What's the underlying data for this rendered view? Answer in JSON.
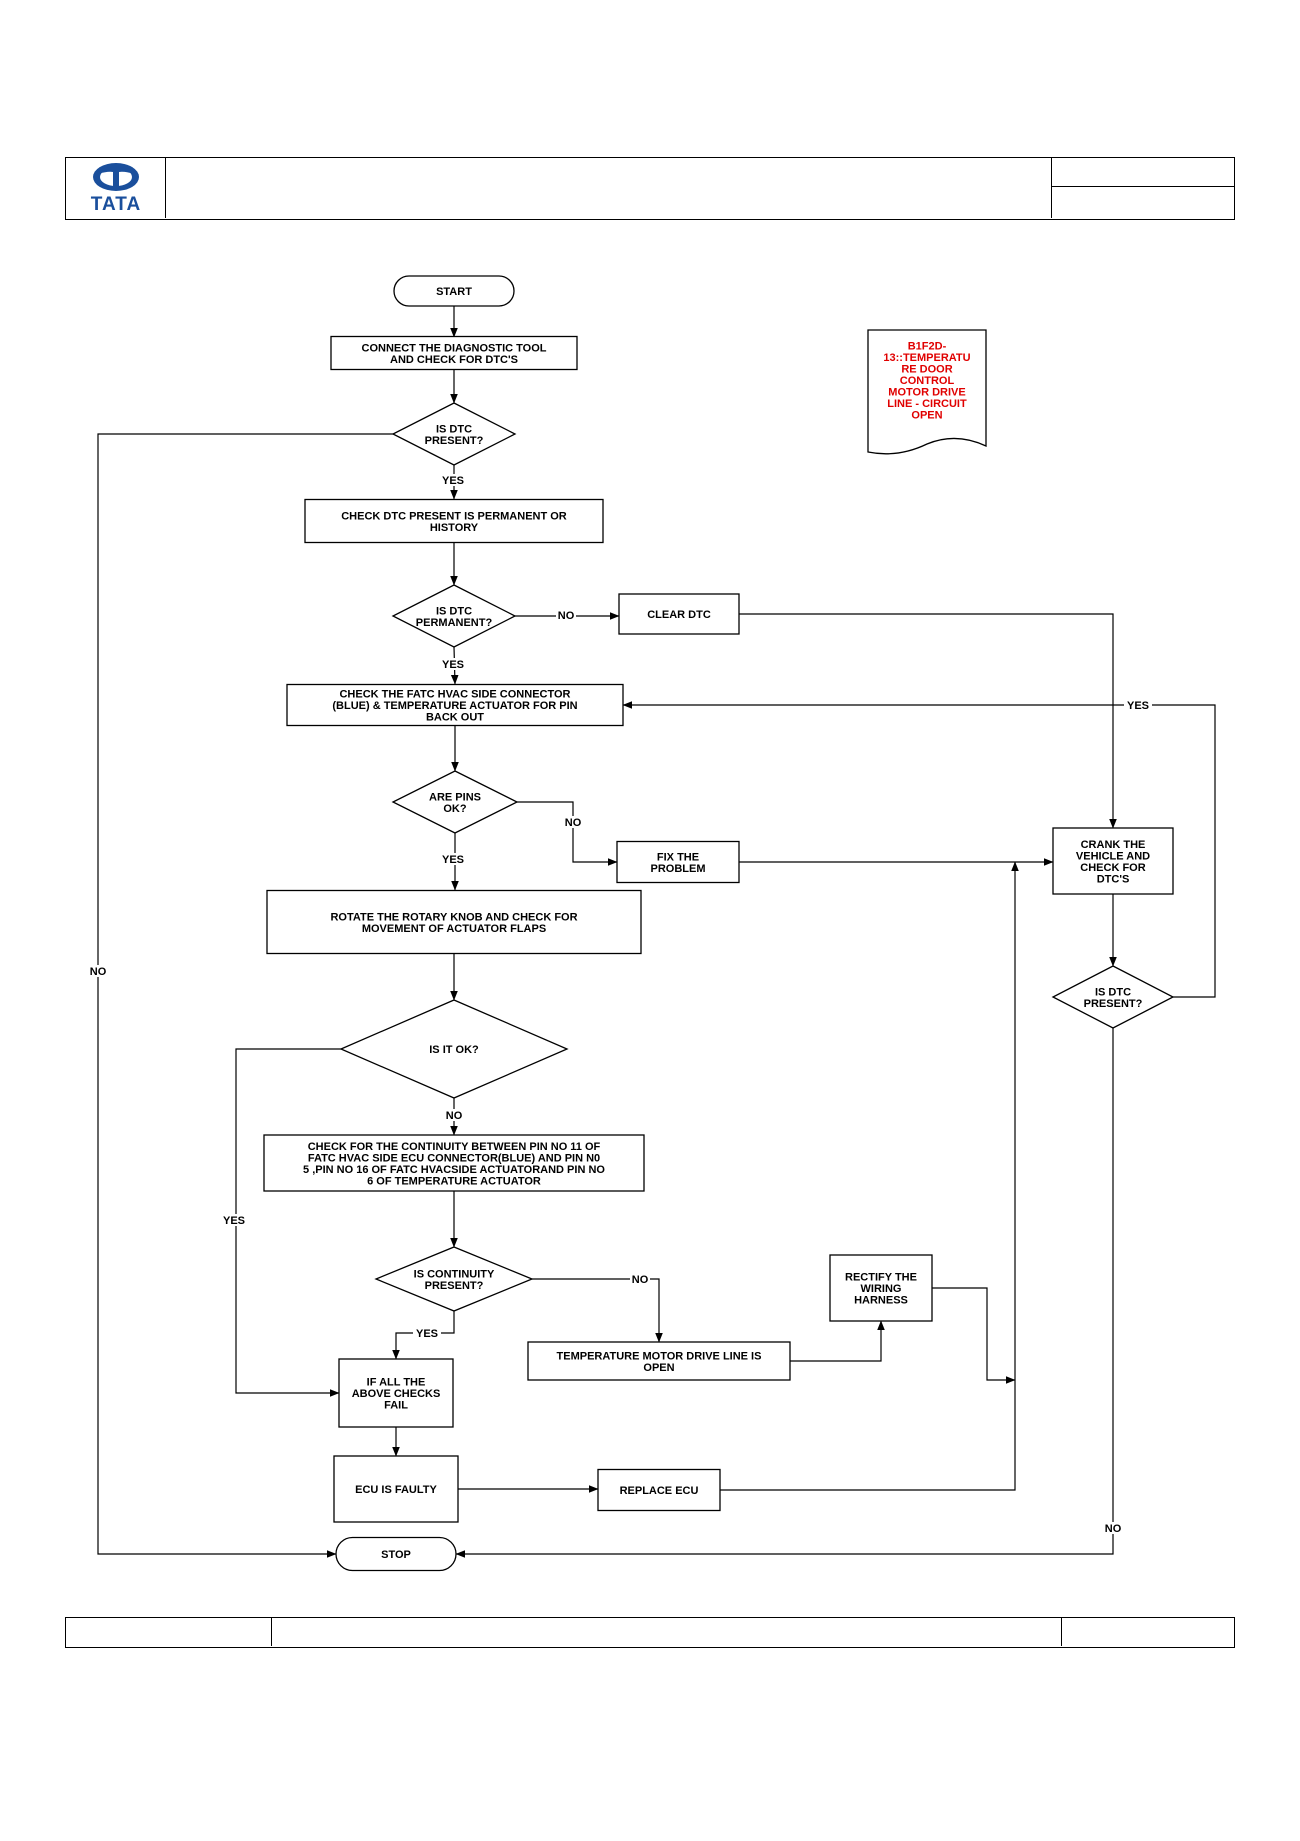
{
  "header": {
    "logo_text": "TATA",
    "title": "",
    "ref_top": "",
    "ref_bottom": ""
  },
  "footer": {
    "left": "",
    "center": "",
    "right": ""
  },
  "colors": {
    "line": "#000000",
    "note_text": "#e00000",
    "logo": "#1a4f9c"
  },
  "nodes": {
    "start": [
      "START"
    ],
    "connect_tool": [
      "CONNECT THE DIAGNOSTIC TOOL",
      "AND CHECK FOR  DTC'S"
    ],
    "dtc_present_1": [
      "IS  DTC",
      "PRESENT?"
    ],
    "check_permanent": [
      "CHECK DTC  PRESENT IS PERMANENT OR",
      "HISTORY"
    ],
    "dtc_permanent": [
      "IS  DTC",
      "PERMANENT?"
    ],
    "clear_dtc": [
      "CLEAR DTC"
    ],
    "check_connector": [
      "CHECK THE FATC HVAC SIDE CONNECTOR",
      "(BLUE) & TEMPERATURE ACTUATOR FOR PIN",
      "BACK OUT"
    ],
    "pins_ok": [
      "ARE PINS",
      "OK?"
    ],
    "fix_problem": [
      "FIX THE",
      "PROBLEM"
    ],
    "crank_vehicle": [
      "CRANK THE",
      "VEHICLE AND",
      "CHECK FOR",
      "DTC'S"
    ],
    "rotate_knob": [
      "ROTATE THE ROTARY KNOB AND CHECK FOR",
      "MOVEMENT OF ACTUATOR FLAPS"
    ],
    "dtc_present_2": [
      "IS  DTC",
      "PRESENT?"
    ],
    "is_it_ok": [
      "IS IT OK?"
    ],
    "check_continuity": [
      "CHECK FOR THE CONTINUITY BETWEEN PIN NO 11 OF",
      "FATC HVAC SIDE ECU CONNECTOR(BLUE) AND  PIN N0",
      "5 ,PIN NO 16 OF FATC HVACSIDE ACTUATORAND PIN NO",
      "6 OF TEMPERATURE ACTUATOR"
    ],
    "continuity_present": [
      "IS CONTINUITY",
      "PRESENT?"
    ],
    "rectify_harness": [
      "RECTIFY THE",
      "WIRING",
      "HARNESS"
    ],
    "drive_line_open": [
      "TEMPERATURE MOTOR DRIVE LINE IS",
      "OPEN"
    ],
    "all_checks_fail": [
      "IF ALL THE",
      "ABOVE CHECKS",
      "FAIL"
    ],
    "ecu_faulty": [
      "ECU IS FAULTY"
    ],
    "replace_ecu": [
      "REPLACE ECU"
    ],
    "stop": [
      "STOP"
    ]
  },
  "note": [
    "B1F2D-",
    "13::TEMPERATU",
    "RE DOOR",
    "CONTROL",
    "MOTOR DRIVE",
    "LINE - CIRCUIT",
    "OPEN"
  ],
  "labels": {
    "yes_1": "YES",
    "no_permanent": "NO",
    "yes_2": "YES",
    "yes_recheck": "YES",
    "no_pins": "NO",
    "yes_pins": "YES",
    "no_left": "NO",
    "no_ok": "NO",
    "yes_ok": "YES",
    "no_continuity": "NO",
    "yes_continuity": "YES",
    "no_stop": "NO"
  }
}
